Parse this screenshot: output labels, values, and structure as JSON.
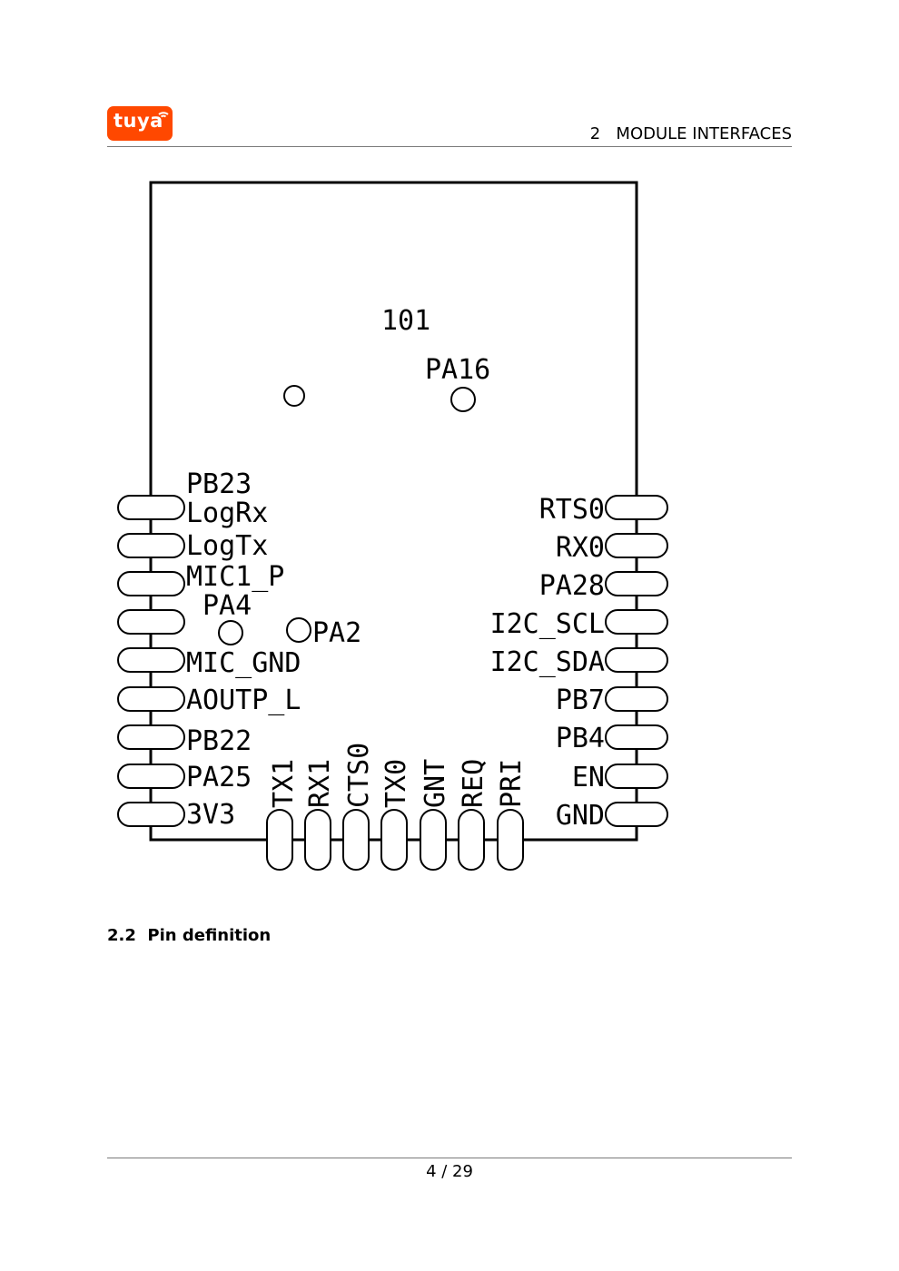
{
  "header": {
    "logo_text": "tuya",
    "section_number": "2",
    "section_title": "MODULE INTERFACES"
  },
  "module": {
    "chip_label": "101",
    "top_test_point": "PA16",
    "left_pins": [
      "LogRx",
      "LogTx",
      "MIC1_P",
      "",
      "MIC_GND",
      "AOUTP_L",
      "PB22",
      "PA25",
      "3V3"
    ],
    "left_top_label": "PB23",
    "inner_pads": [
      "PA4",
      "PA2"
    ],
    "right_pins": [
      "RTS0",
      "RX0",
      "PA28",
      "I2C_SCL",
      "I2C_SDA",
      "PB7",
      "PB4",
      "EN",
      "GND"
    ],
    "bottom_pins": [
      "TX1",
      "RX1",
      "CTS0",
      "TX0",
      "GNT",
      "REQ",
      "PRI"
    ]
  },
  "section_heading": "2.2  Pin definition",
  "page_number": "4 / 29"
}
